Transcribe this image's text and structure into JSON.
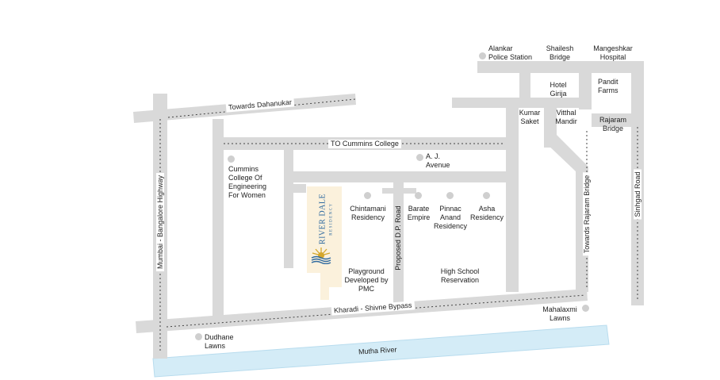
{
  "roads": {
    "towards_dahanukar": "Towards Dahanukar",
    "to_cummins": "TO Cummins College",
    "mumbai_bangalore": "Mumbai - Bangalore Highway",
    "kharadi_shivne": "Kharadi - Shivne Bypass",
    "proposed_dp": "Proposed D.P. Road",
    "towards_rajaram": "Towards Rajaram Bridge",
    "sinhgad": "Sinhgad Road",
    "mutha_river": "Mutha River"
  },
  "places": {
    "alankar": "Alankar\nPolice Station",
    "shailesh": "Shailesh\nBridge",
    "mangeshkar": "Mangeshkar\nHospital",
    "hotel_girija": "Hotel\nGirija",
    "pandit_farms": "Pandit\nFarms",
    "kumar_saket": "Kumar\nSaket",
    "vitthal_mandir": "Vitthal\nMandir",
    "rajaram_bridge": "Rajaram\nBridge",
    "aj_avenue": "A. J.\nAvenue",
    "cummins_college": "Cummins\nCollege Of\nEngineering\nFor Women",
    "chintamani": "Chintamani\nResidency",
    "barate": "Barate\nEmpire",
    "pinnac": "Pinnac\nAnand\nResidency",
    "asha": "Asha\nResidency",
    "playground": "Playground\nDeveloped by\nPMC",
    "high_school": "High School\nReservation",
    "mahalaxmi": "Mahalaxmi\nLawns",
    "dudhane": "Dudhane\nLawns"
  },
  "logo": {
    "brand": "RIVER DALE",
    "tagline": "RESIDENCY"
  },
  "colors": {
    "road": "#d9d9d9",
    "river": "#d4ecf7",
    "river_border": "#b8dcee",
    "site": "#fbf1dc",
    "logo_blue": "#2f6aa0",
    "logo_gold": "#d4a72c"
  }
}
